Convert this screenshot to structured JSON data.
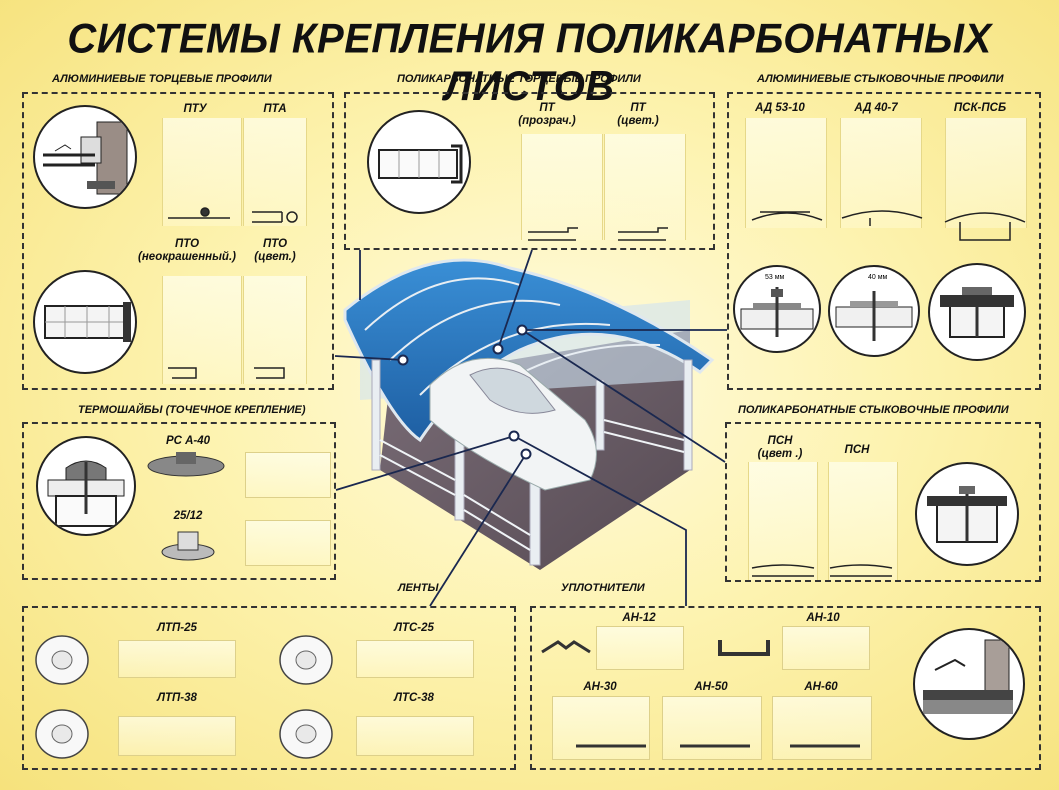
{
  "title": "СИСТЕМЫ КРЕПЛЕНИЯ ПОЛИКАРБОНАТНЫХ ЛИСТОВ",
  "sections": {
    "al_end": {
      "heading": "АЛЮМИНИЕВЫЕ ТОРЦЕВЫЕ ПРОФИЛИ",
      "p1": "ПТУ",
      "p2": "ПТА",
      "p3_line1": "ПТО",
      "p3_line2": "(неокрашенный.)",
      "p4_line1": "ПТО",
      "p4_line2": "(цвет.)"
    },
    "pc_end": {
      "heading": "ПОЛИКАРБОНАТНЫЕ ТОРЦЕВЫЕ ПРОФИЛИ",
      "p1_line1": "ПТ",
      "p1_line2": "(прозрач.)",
      "p2_line1": "ПТ",
      "p2_line2": "(цвет.)"
    },
    "al_join": {
      "heading": "АЛЮМИНИЕВЫЕ СТЫКОВОЧНЫЕ ПРОФИЛИ",
      "p1": "АД 53-10",
      "p2": "АД 40-7",
      "p3": "ПСК-ПСБ",
      "dim1": "53 мм",
      "dim2": "40 мм"
    },
    "washers": {
      "heading": "ТЕРМОШАЙБЫ  (ТОЧЕЧНОЕ КРЕПЛЕНИЕ)",
      "p1": "РС А-40",
      "p2": "25/12"
    },
    "pc_join": {
      "heading": "ПОЛИКАРБОНАТНЫЕ СТЫКОВОЧНЫЕ ПРОФИЛИ",
      "p1_line1": "ПСН",
      "p1_line2": "(цвет .)",
      "p2": "ПСН"
    },
    "tapes": {
      "heading": "ЛЕНТЫ",
      "p1": "ЛТП-25",
      "p2": "ЛТС-25",
      "p3": "ЛТП-38",
      "p4": "ЛТС-38"
    },
    "seals": {
      "heading": "УПЛОТНИТЕЛИ",
      "p1": "АН-12",
      "p2": "АН-10",
      "p3": "АН-30",
      "p4": "АН-50",
      "p5": "АН-60"
    }
  },
  "colors": {
    "background": "#fdf3b0",
    "canopy": "#2f7fc4",
    "frame": "#e9eef2",
    "line": "#1a2850",
    "floor": "#6b5d66"
  }
}
